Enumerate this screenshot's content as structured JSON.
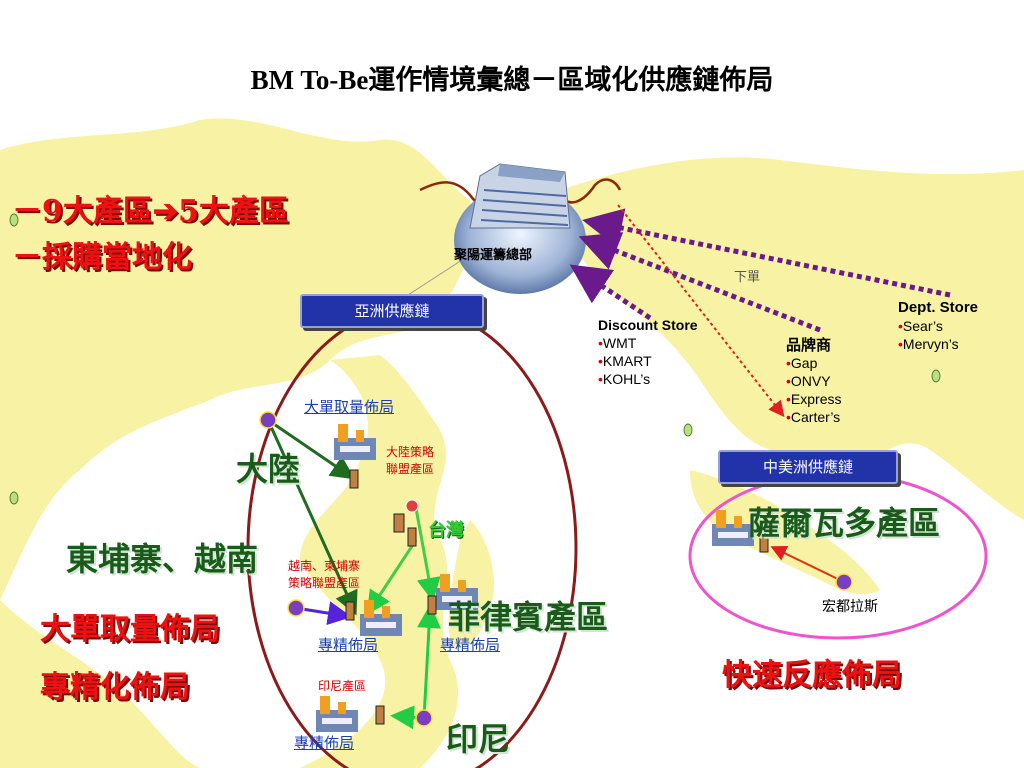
{
  "title": "BM To-Be運作情境彙總－區域化供應鏈佈局",
  "strategy": {
    "line1_prefix": "－9大產區",
    "arrow": "➔",
    "line1_suffix": "5大產區",
    "line2": "－採購當地化"
  },
  "hq_label": "聚陽運籌總部",
  "order_label": "下單",
  "asia_chain": "亞洲供應鏈",
  "central_america_chain": "中美洲供應鏈",
  "customers": {
    "discount": {
      "heading": "Discount Store",
      "items": [
        "WMT",
        "KMART",
        "KOHL’s"
      ]
    },
    "brand": {
      "heading": "品牌商",
      "items": [
        "Gap",
        "ONVY",
        "Express",
        "Carter’s"
      ]
    },
    "dept": {
      "heading": "Dept. Store",
      "items": [
        "Sear’s",
        "Mervyn’s"
      ]
    }
  },
  "regions": {
    "mainland": "大陸",
    "taiwan": "台灣",
    "cambodia_vietnam": "東埔寨、越南",
    "philippines": "菲律賓產區",
    "indonesia": "印尼",
    "el_salvador": "薩爾瓦多產區",
    "honduras": "宏都拉斯"
  },
  "labels": {
    "large_order": "大單取量佈局",
    "mainland_alliance_1": "大陸策略",
    "mainland_alliance_2": "聯盟產區",
    "vn_alliance_1": "越南、柬埔寨",
    "vn_alliance_2": "策略聯盟產區",
    "specialized_1": "專精佈局",
    "specialized_2": "專精佈局",
    "specialized_3": "專精佈局",
    "indonesia_region": "印尼產區"
  },
  "left_notes": {
    "large_order": "大單取量佈局",
    "specialized": "專精化佈局"
  },
  "quick_response": "快速反應佈局",
  "colors": {
    "map": "#f7f2a4",
    "red": "#ee1111",
    "blue": "#1a3fb0",
    "purple": "#6a1a8a",
    "ellipse_asia": "#8b1a1a",
    "ellipse_ca": "#ee55cc",
    "arrow_green": "#2e7d32"
  }
}
